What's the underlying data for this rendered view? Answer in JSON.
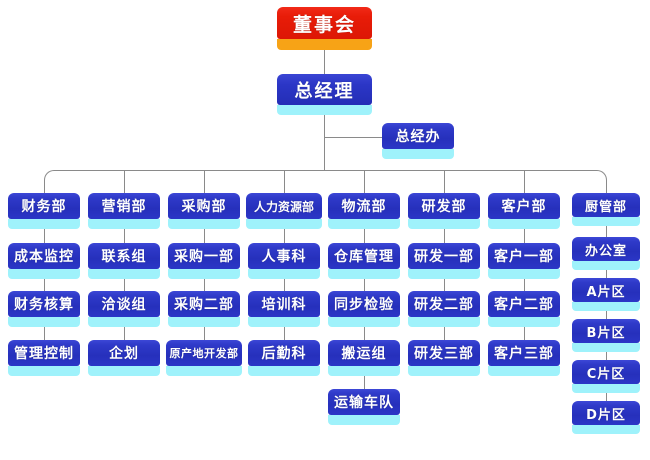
{
  "diagram": {
    "type": "organizational-chart",
    "title_node": "董事会",
    "colors": {
      "root_fill": "#e81c08",
      "root_shadow": "#f7a316",
      "node_fill": "#2b36c6",
      "node_shadow": "#9ff2fb",
      "connector": "#8a8a8a",
      "background": "#ffffff",
      "text": "#ffffff"
    },
    "root": {
      "label": "董事会"
    },
    "ceo": {
      "label": "总经理"
    },
    "staff": {
      "label": "总经办"
    },
    "columns": [
      {
        "head": "财务部",
        "children": [
          "成本监控",
          "财务核算",
          "管理控制"
        ]
      },
      {
        "head": "营销部",
        "children": [
          "联系组",
          "洽谈组",
          "企划"
        ]
      },
      {
        "head": "采购部",
        "children": [
          "采购一部",
          "采购二部",
          "原产地开发部"
        ]
      },
      {
        "head": "人力资源部",
        "children": [
          "人事科",
          "培训科",
          "后勤科"
        ]
      },
      {
        "head": "物流部",
        "children": [
          "仓库管理",
          "同步检验",
          "搬运组",
          "运输车队"
        ]
      },
      {
        "head": "研发部",
        "children": [
          "研发一部",
          "研发二部",
          "研发三部"
        ]
      },
      {
        "head": "客户部",
        "children": [
          "客户一部",
          "客户二部",
          "客户三部"
        ]
      },
      {
        "head": "厨管部",
        "children": [
          "办公室",
          "A片区",
          "B片区",
          "C片区",
          "D片区"
        ]
      }
    ]
  }
}
